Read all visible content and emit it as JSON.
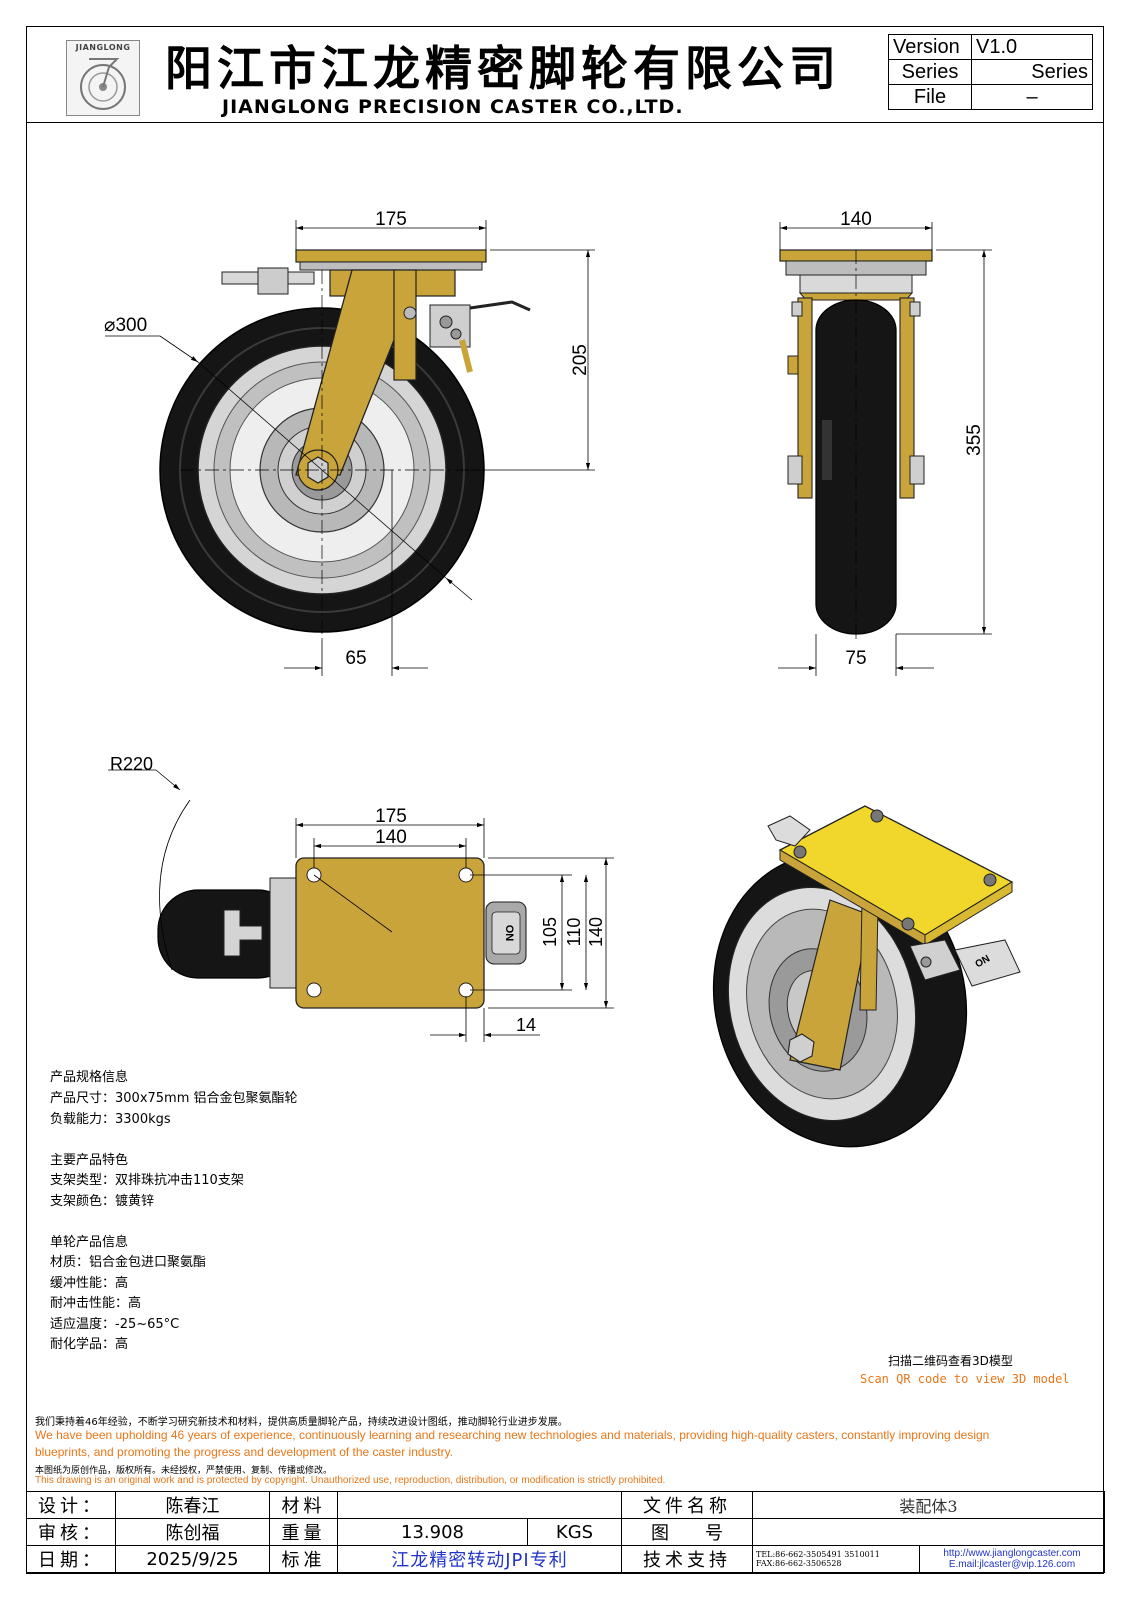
{
  "header": {
    "logo_text": "JIANGLONG",
    "company_cn": "阳江市江龙精密脚轮有限公司",
    "company_en": "JIANGLONG PRECISION CASTER CO.,LTD.",
    "version_label": "Version",
    "version_value": "V1.0",
    "series_label": "Series",
    "series_value": "Series",
    "file_label": "File",
    "file_value": "–"
  },
  "dimensions": {
    "front": {
      "top_width": "175",
      "diameter": "⌀300",
      "height_205": "205",
      "offset": "65"
    },
    "side": {
      "top_width": "140",
      "height_355": "355",
      "wheel_width": "75"
    },
    "plan": {
      "radius": "R220",
      "plate_w": "175",
      "hole_w": "140",
      "h105": "105",
      "h110": "110",
      "h140": "140",
      "offset_14": "14",
      "brake_mark": "ON"
    },
    "iso": {
      "brake_mark": "ON"
    }
  },
  "specs": {
    "section1_title": "产品规格信息",
    "size": "产品尺寸：300x75mm 铝合金包聚氨酯轮",
    "load": "负载能力：3300kgs",
    "section2_title": "主要产品特色",
    "bracket_type": "支架类型：双排珠抗冲击110支架",
    "bracket_color": "支架颜色：镀黄锌",
    "section3_title": "单轮产品信息",
    "material": "材质：铝合金包进口聚氨酯",
    "cushion": "缓冲性能：高",
    "impact": "耐冲击性能：高",
    "temperature": "适应温度：-25~65°C",
    "chemical": "耐化学品：高"
  },
  "qr": {
    "cn": "扫描二维码查看3D模型",
    "en": "Scan QR code to view 3D model"
  },
  "notes": {
    "cn1": "我们秉持着46年经验，不断学习研究新技术和材料，提供高质量脚轮产品，持续改进设计图纸，推动脚轮行业进步发展。",
    "en1": "We have been upholding 46 years of experience, continuously learning and researching new technologies and materials, providing high-quality casters, constantly improving design",
    "en2": "blueprints, and promoting the progress and development of the caster industry.",
    "cn2": "本图纸为原创作品，版权所有。未经授权，严禁使用、复制、传播或修改。",
    "en3": "This drawing is an original work and is protected by copyright. Unauthorized use, reproduction, distribution, or modification is strictly prohibited."
  },
  "title_block": {
    "design_label": "设计：",
    "designer": "陈春江",
    "material_label": "材料",
    "material_value": "",
    "filename_label": "文件名称",
    "filename_value": "装配体3",
    "review_label": "审核：",
    "reviewer": "陈创福",
    "weight_label": "重量",
    "weight_value": "13.908",
    "weight_unit": "KGS",
    "drawing_no_label": "图　　号",
    "drawing_no_value": "",
    "date_label": "日期：",
    "date_value": "2025/9/25",
    "standard_label": "标准",
    "standard_value": "江龙精密转动JPI专利",
    "support_label": "技术支持",
    "tel": "TEL:86-662-3505491 3510011",
    "fax": "FAX:86-662-3506528",
    "website": "http://www.jianglongcaster.com",
    "email": "E.mail:jlcaster@vip.126.com"
  },
  "colors": {
    "bracket": "#c9a43a",
    "plate_iso": "#f1d72c",
    "tread": "#151515",
    "hub": "#d5d5d5",
    "accent_text": "#e8771a",
    "link_text": "#2235c9"
  }
}
